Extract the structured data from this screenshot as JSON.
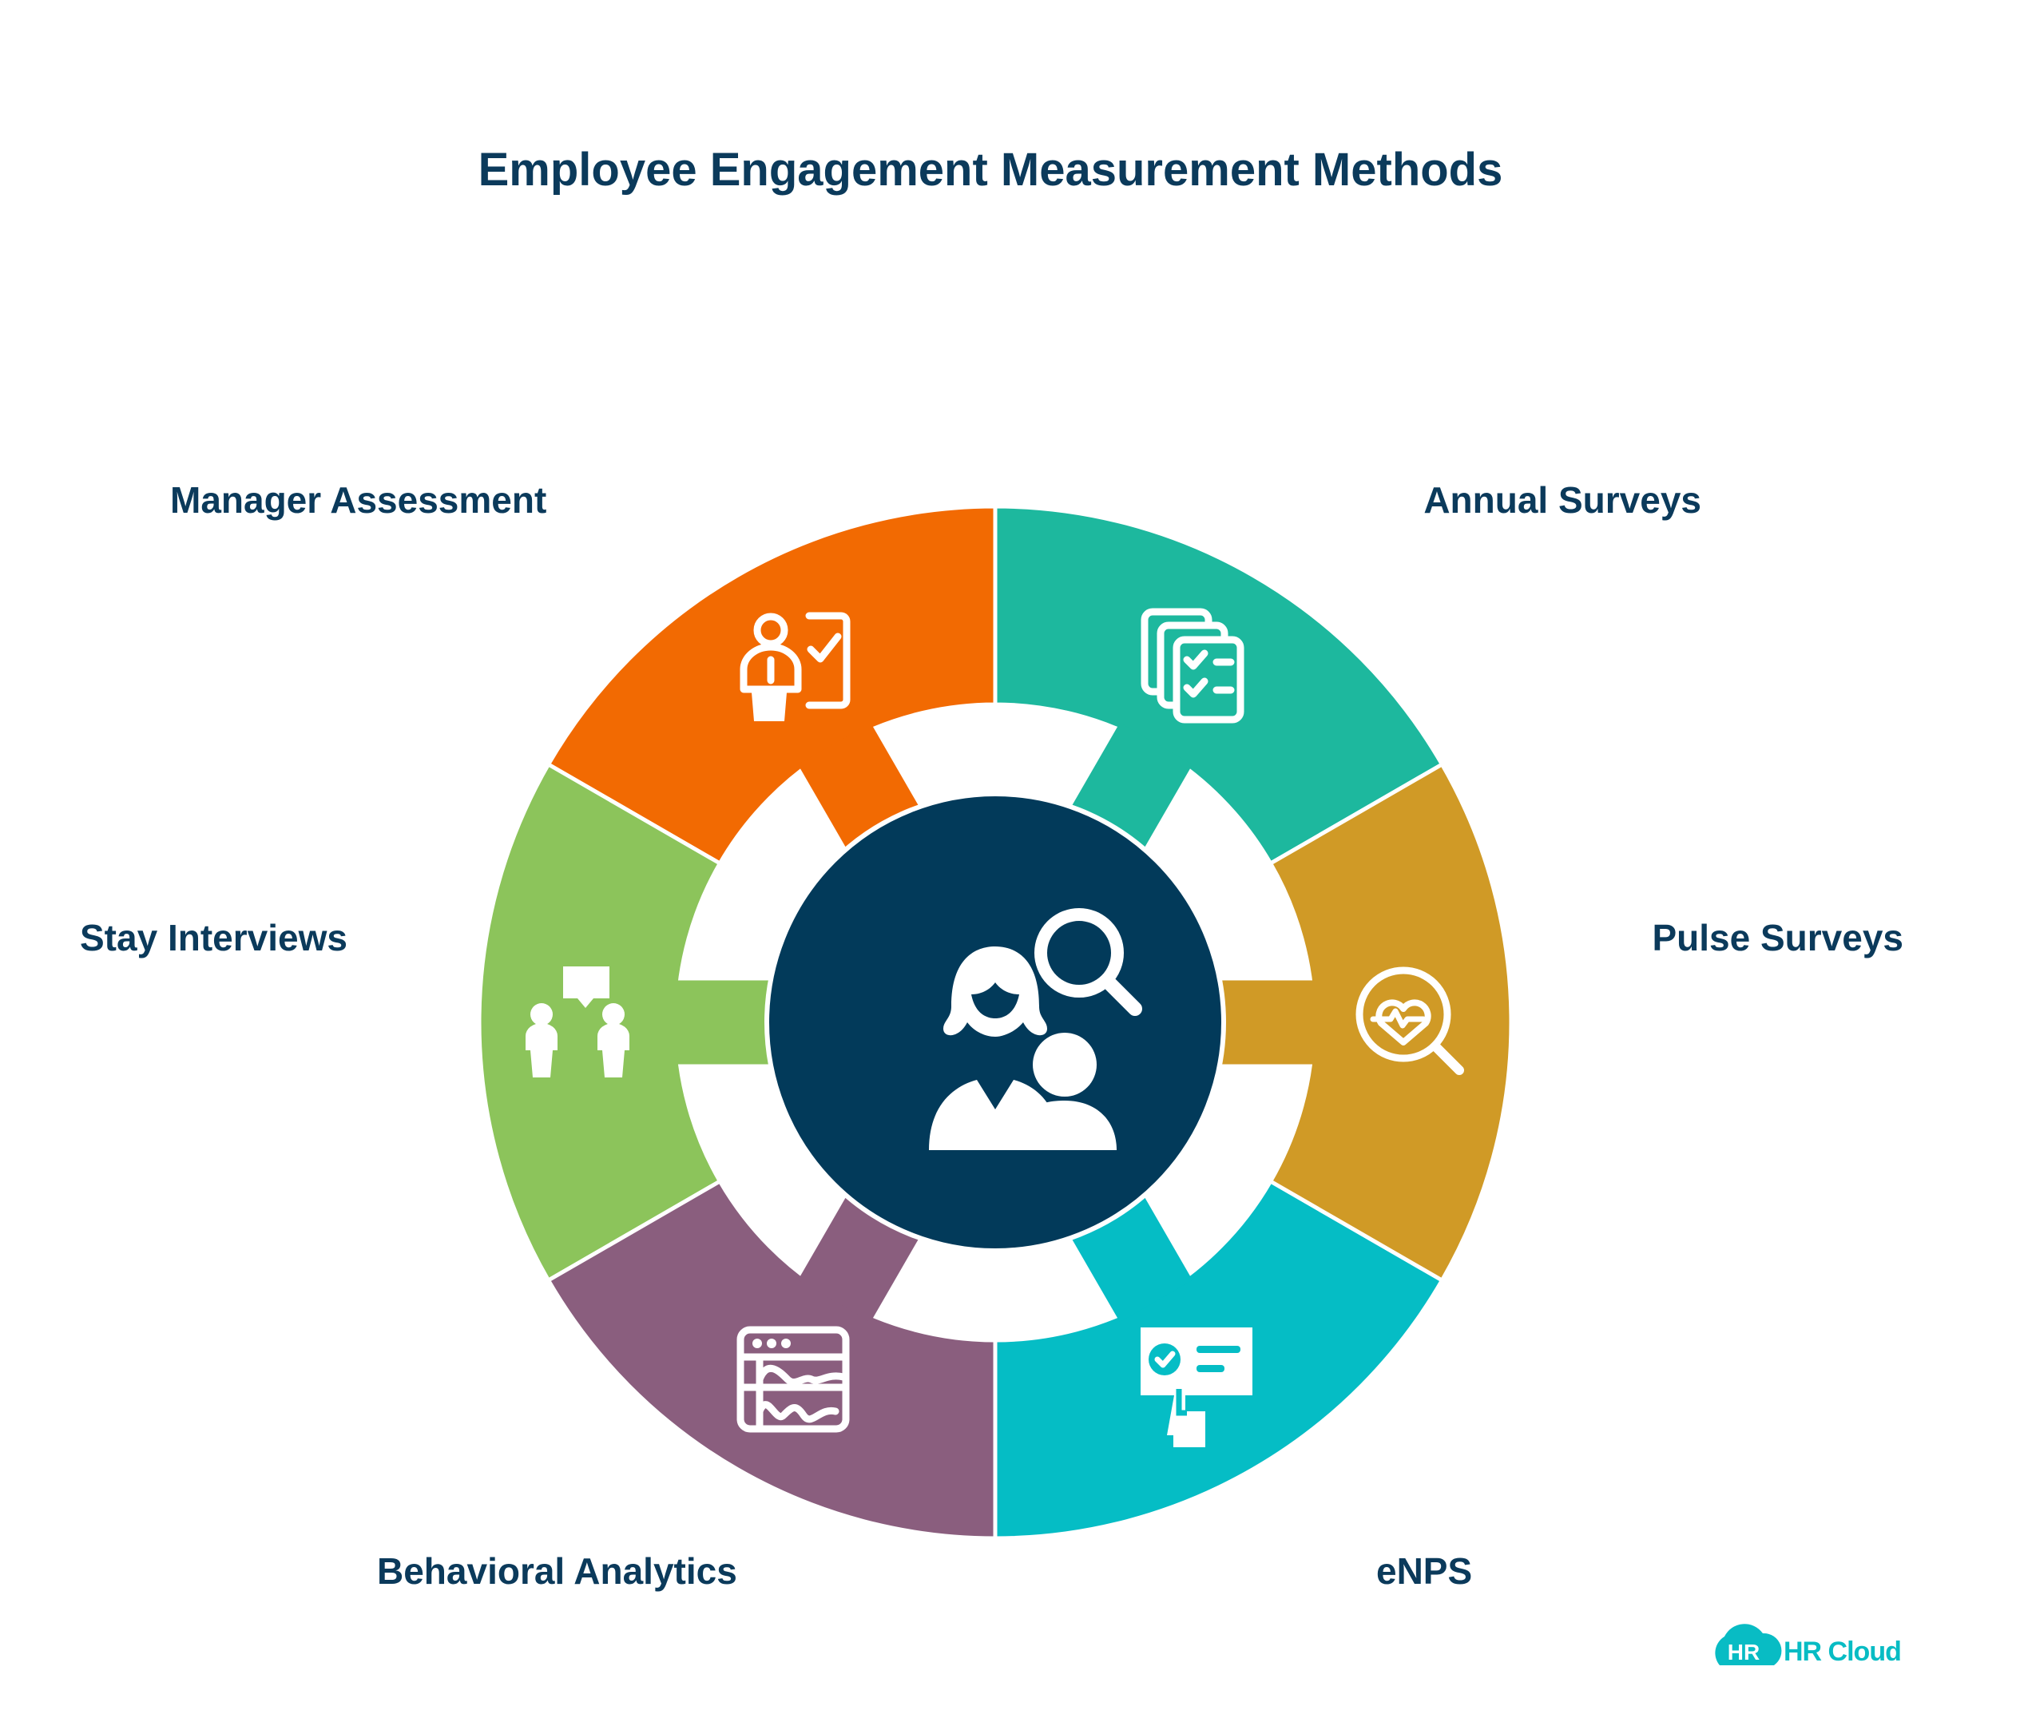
{
  "title": "Employee Engagement Measurement Methods",
  "center": {
    "color": "#023a5a",
    "icon": "people-search-icon"
  },
  "segments": [
    {
      "label": "Annual Surveys",
      "color": "#1db89e",
      "icon": "stacked-checklists-icon"
    },
    {
      "label": "Manager Assessment",
      "color": "#f26a02",
      "icon": "manager-checkboard-icon"
    },
    {
      "label": "Stay Interviews",
      "color": "#8cc45b",
      "icon": "two-people-chat-icon"
    },
    {
      "label": "Behavioral Analytics",
      "color": "#8a5e7e",
      "icon": "analytics-dashboard-icon"
    },
    {
      "label": "eNPS",
      "color": "#05bdc5",
      "icon": "survey-click-icon"
    },
    {
      "label": "Pulse Surveys",
      "color": "#d09a26",
      "icon": "heart-magnifier-icon"
    }
  ],
  "logo": {
    "badge": "HR",
    "text": "HR Cloud",
    "color": "#08bcc4"
  }
}
